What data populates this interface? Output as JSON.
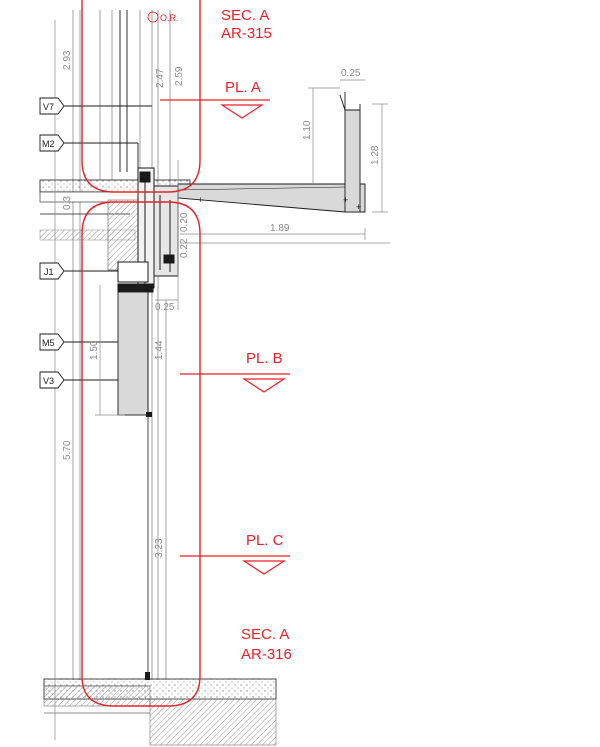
{
  "colors": {
    "annotation_red": "#e8202a",
    "line_dark": "#1a1a1a",
    "dimension_gray": "#8a8a8a",
    "fill_gray": "#d9d9d9",
    "hatch_gray": "#b0b0b0"
  },
  "section_callouts": [
    {
      "title": "SEC. A",
      "ref": "AR-315"
    },
    {
      "title": "SEC. A",
      "ref": "AR-316"
    }
  ],
  "level_markers": [
    "PL. A",
    "PL. B",
    "PL. C"
  ],
  "element_tags": [
    "V7",
    "M2",
    "J1",
    "M5",
    "V3"
  ],
  "top_note": "O.R.",
  "dimensions": {
    "d293": "2.93",
    "d247": "2.47",
    "d259": "2.59",
    "d025_top": "0.25",
    "d110": "1.10",
    "d128": "1.28",
    "d189": "1.89",
    "d020": "0.20",
    "d022": "0.22",
    "d025_mid": "0.25",
    "d150": "1.50",
    "d144": "1.44",
    "d570": "5.70",
    "d323": "3.23",
    "d03": "0.3"
  }
}
